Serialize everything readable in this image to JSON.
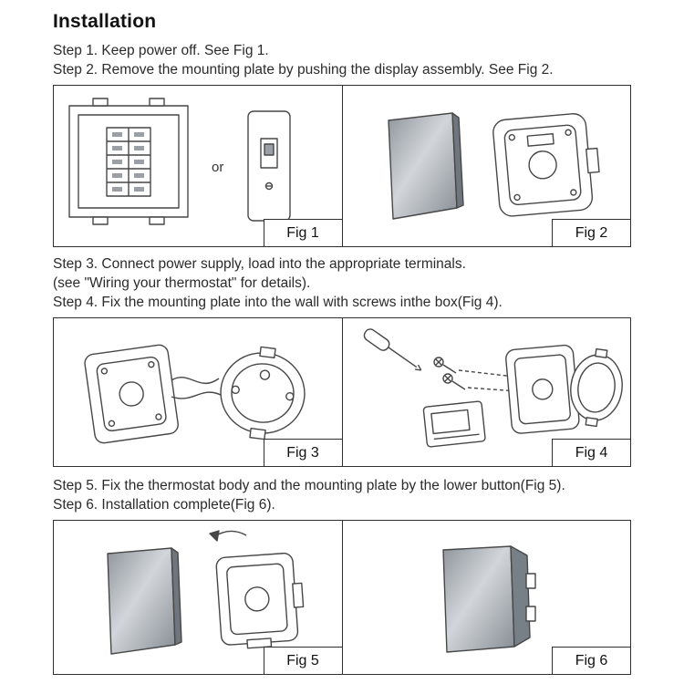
{
  "title": "Installation",
  "steps": {
    "step1": "Step 1. Keep power off. See Fig 1.",
    "step2": "Step 2. Remove the mounting plate by pushing the display assembly. See Fig 2.",
    "step3a": "Step 3. Connect power supply, load into the appropriate terminals.",
    "step3b": "(see \"Wiring your thermostat\" for details).",
    "step4": "Step 4. Fix the mounting plate into the wall with screws inthe box(Fig 4).",
    "step5": "Step 5. Fix the thermostat body and the mounting plate by the lower button(Fig 5).",
    "step6": "Step 6. Installation complete(Fig 6)."
  },
  "figures": {
    "fig1": {
      "label": "Fig 1",
      "or_text": "or"
    },
    "fig2": {
      "label": "Fig 2"
    },
    "fig3": {
      "label": "Fig 3"
    },
    "fig4": {
      "label": "Fig 4"
    },
    "fig5": {
      "label": "Fig 5"
    },
    "fig6": {
      "label": "Fig 6"
    }
  },
  "colors": {
    "line": "#474747",
    "border": "#2f2f2f",
    "panel_gradient_dark": "#8f959c",
    "panel_gradient_light": "#d2d6da"
  }
}
